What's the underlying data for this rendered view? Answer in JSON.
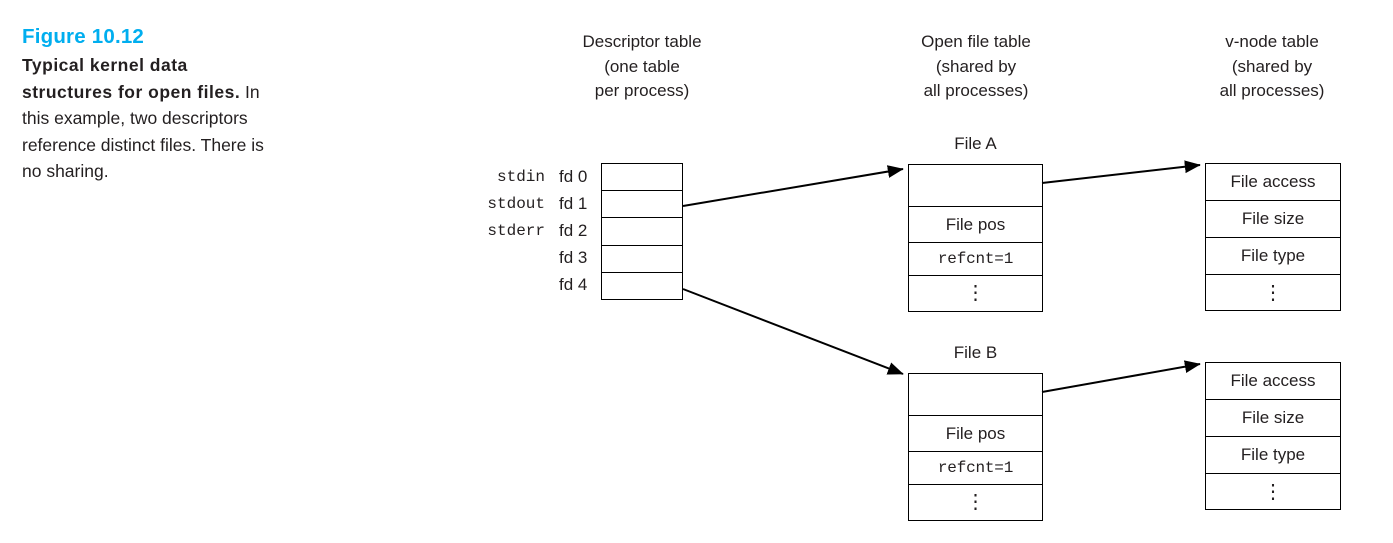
{
  "figure": {
    "number": "Figure 10.12",
    "caption_bold": "Typical kernel data structures for open files.",
    "caption_rest": " In this example, two descriptors reference distinct files. There is no sharing.",
    "accent_color": "#00aeef",
    "text_color": "#231f20",
    "line_color": "#000000"
  },
  "columns": {
    "descriptor": "Descriptor table\n(one table\nper process)",
    "open_file": "Open file table\n(shared by\nall processes)",
    "vnode": "v-node table\n(shared by\nall processes)"
  },
  "descriptor_table": {
    "rows": [
      {
        "std": "stdin",
        "fd": "fd 0",
        "value": ""
      },
      {
        "std": "stdout",
        "fd": "fd 1",
        "value": ""
      },
      {
        "std": "stderr",
        "fd": "fd 2",
        "value": ""
      },
      {
        "std": "",
        "fd": "fd 3",
        "value": ""
      },
      {
        "std": "",
        "fd": "fd 4",
        "value": ""
      }
    ]
  },
  "open_file_tables": [
    {
      "label": "File A",
      "rows": [
        {
          "text": "",
          "style": "empty"
        },
        {
          "text": "File pos",
          "style": "filepos"
        },
        {
          "text": "refcnt=1",
          "style": "refcnt"
        },
        {
          "text": "⋮",
          "style": "dots"
        }
      ]
    },
    {
      "label": "File B",
      "rows": [
        {
          "text": "",
          "style": "empty"
        },
        {
          "text": "File pos",
          "style": "filepos"
        },
        {
          "text": "refcnt=1",
          "style": "refcnt"
        },
        {
          "text": "⋮",
          "style": "dots"
        }
      ]
    }
  ],
  "vnode_tables": [
    {
      "rows": [
        "File access",
        "File size",
        "File type",
        "⋮"
      ]
    },
    {
      "rows": [
        "File access",
        "File size",
        "File type",
        "⋮"
      ]
    }
  ],
  "connections": [
    {
      "name": "fd1-to-file-a",
      "from": "fd 1",
      "to": "File A"
    },
    {
      "name": "fd4-to-file-b",
      "from": "fd 4",
      "to": "File B"
    },
    {
      "name": "file-a-to-vnode-a",
      "from": "File A",
      "to": "v-node A"
    },
    {
      "name": "file-b-to-vnode-b",
      "from": "File B",
      "to": "v-node B"
    }
  ]
}
